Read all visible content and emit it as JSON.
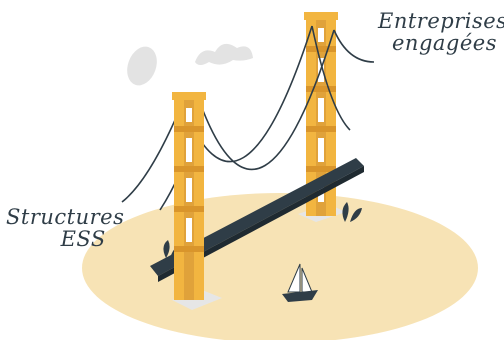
{
  "labels": {
    "left": {
      "line1": "Structures",
      "line2": "ESS"
    },
    "right": {
      "line1": "Entreprises",
      "line2": "engagées"
    }
  },
  "colors": {
    "ground": "#f7e3b5",
    "tower": "#f2b540",
    "tower_shadow": "#d9952b",
    "deck": "#2f3d47",
    "cable": "#2f3d47",
    "base": "#e6e6e6",
    "clouds": "#e3e3e3",
    "sail": "#ffffff",
    "hull": "#2f3d47"
  },
  "icons": [
    "suspension-bridge-illustration",
    "sailboat-icon",
    "cloud-icon",
    "plant-icon"
  ]
}
